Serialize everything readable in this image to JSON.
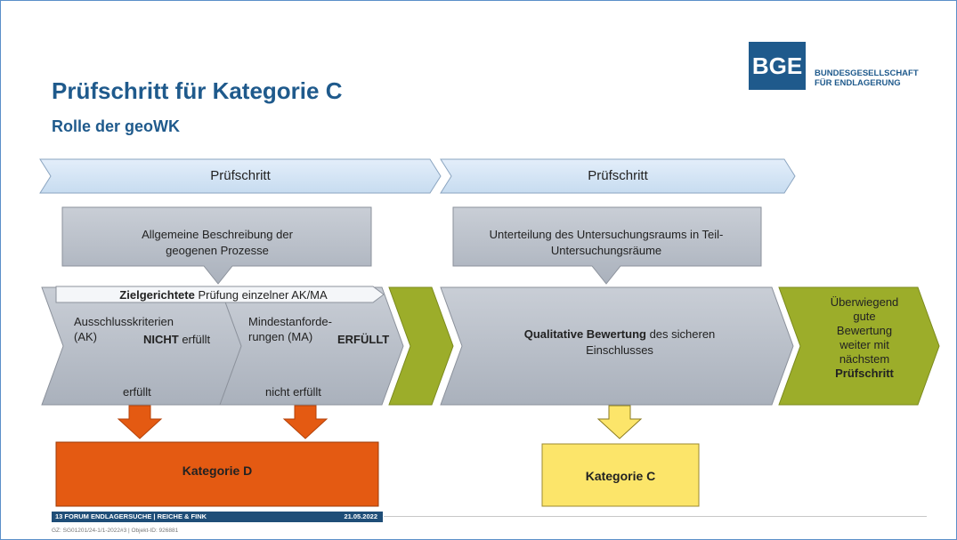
{
  "header": {
    "title": "Prüfschritt für Kategorie C",
    "subtitle": "Rolle der geoWK"
  },
  "logo": {
    "mark": "BGE",
    "line1": "BUNDESGESELLSCHAFT",
    "line2": "FÜR ENDLAGERUNG"
  },
  "steps": {
    "left": "Prüfschritt",
    "right": "Prüfschritt"
  },
  "callouts": {
    "left": "Allgemeine Beschreibung der geogenen Prozesse",
    "right": "Unterteilung des Untersuchungsraums in Teil-Untersuchungsräume"
  },
  "checks": {
    "banner_bold": "Zielgerichtete",
    "banner_rest": " Prüfung einzelner AK/MA",
    "ak_label": "Ausschlusskriterien (AK)",
    "ak_bold": "NICHT",
    "ak_rest": " erfüllt",
    "ak_fail": "erfüllt",
    "ma_label": "Mindestanforde-rungen (MA)",
    "ma_status": "ERFÜLLT",
    "ma_fail": "nicht erfüllt"
  },
  "evaluation": {
    "bold": "Qualitative Bewertung",
    "rest": " des sicheren Einschlusses"
  },
  "result": {
    "line1": "Überwiegend",
    "line2": "gute",
    "line3": "Bewertung",
    "line4": "weiter mit",
    "line5": "nächstem",
    "line6": "Prüfschritt"
  },
  "categories": {
    "d": "Kategorie D",
    "c": "Kategorie C"
  },
  "footer": {
    "left": "13  FORUM ENDLAGERSUCHE | REICHE & FINK",
    "date": "21.05.2022",
    "id": "GZ: SG01201/24-1/1-2022#3 | Objekt-ID: 926881"
  },
  "colors": {
    "brand_blue": "#1f5a8c",
    "step_blue": "#d4e6f6",
    "gray_box": "#b6bcc6",
    "green": "#9cad2a",
    "orange": "#e45a12",
    "yellow": "#fce56a"
  }
}
